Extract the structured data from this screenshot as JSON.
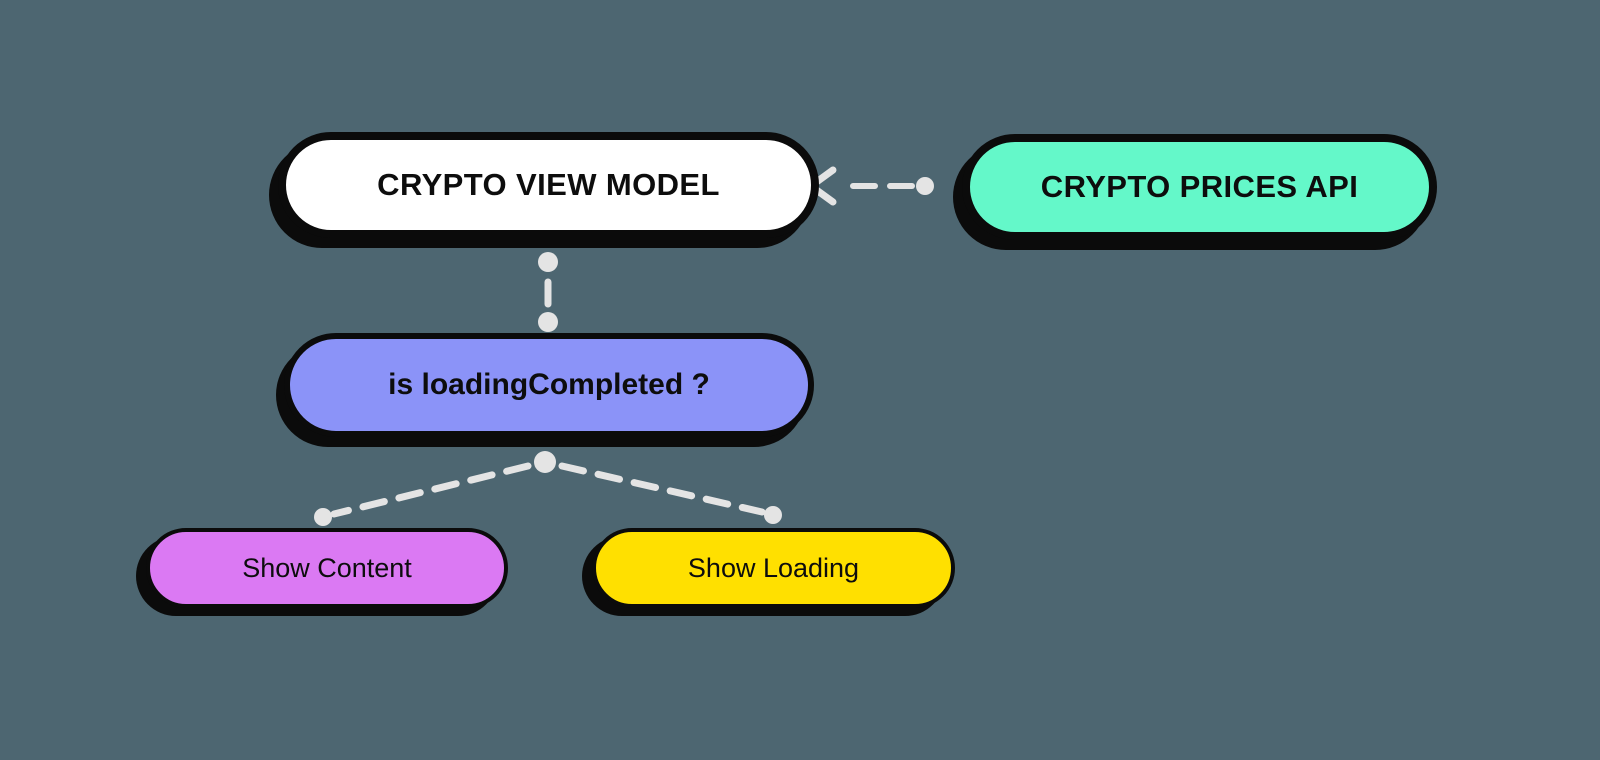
{
  "diagram": {
    "background_color": "#4D6671",
    "connector_color": "#E4E4E4",
    "outline_color": "#0B0B0B",
    "nodes": {
      "crypto_view_model": {
        "label": "CRYPTO VIEW MODEL",
        "fill": "#FFFFFF"
      },
      "crypto_prices_api": {
        "label": "CRYPTO PRICES API",
        "fill": "#64F8C9"
      },
      "loading_question": {
        "label": "is loadingCompleted ?",
        "fill": "#8B93F8"
      },
      "show_content": {
        "label": "Show Content",
        "fill": "#DB79F3"
      },
      "show_loading": {
        "label": "Show Loading",
        "fill": "#FFE000"
      }
    },
    "edges": [
      {
        "from": "crypto_prices_api",
        "to": "crypto_view_model",
        "style": "dashed",
        "marker": "arrowhead-at-target, dot-at-source"
      },
      {
        "from": "crypto_view_model",
        "to": "loading_question",
        "style": "dashed",
        "marker": "dot-at-both-ends"
      },
      {
        "from": "loading_question",
        "to": "show_content",
        "style": "dashed",
        "marker": "dot-at-both-ends"
      },
      {
        "from": "loading_question",
        "to": "show_loading",
        "style": "dashed",
        "marker": "dot-at-both-ends"
      }
    ]
  }
}
